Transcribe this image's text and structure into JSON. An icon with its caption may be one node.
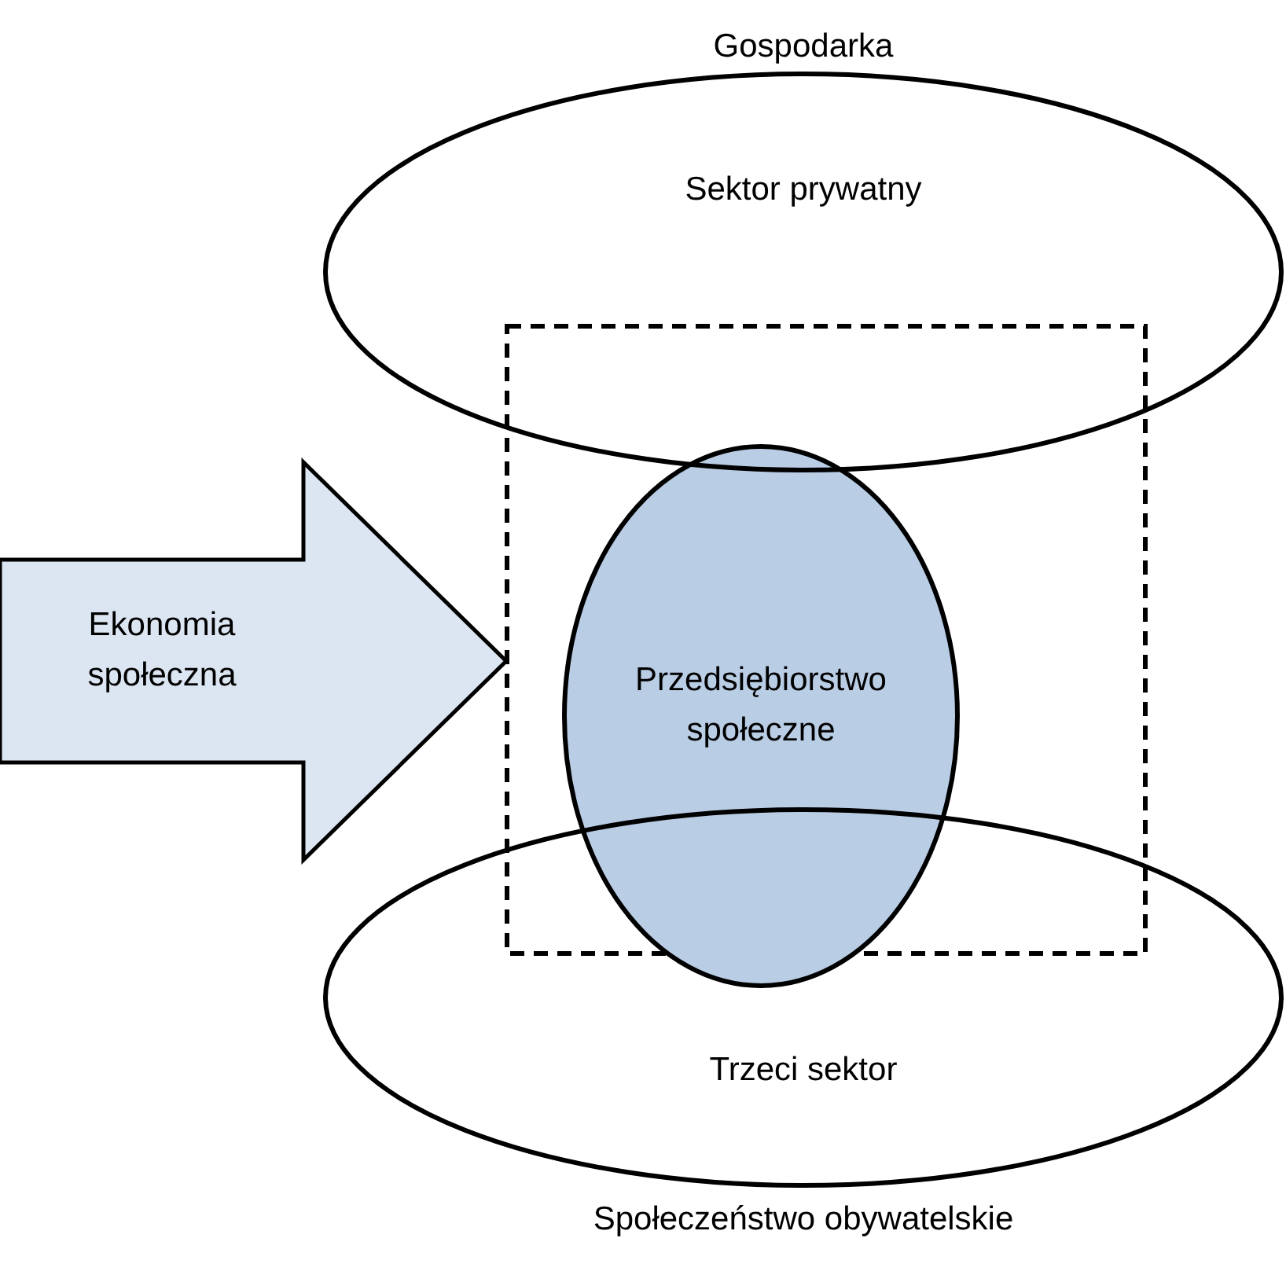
{
  "diagram": {
    "nodes": [
      {
        "text": [
          "Sektor prywatny"
        ]
      },
      {
        "text": [],
        "shape": "box"
      },
      {
        "text": [
          "Przedsiębiorstwo społeczne"
        ]
      },
      {
        "text": [
          "Trzeci sektor"
        ]
      },
      {
        "text": [
          "Ekonomia społeczna"
        ]
      }
    ],
    "labels": [
      "Gospodarka",
      "Społeczeństwo obywatelskie"
    ]
  }
}
